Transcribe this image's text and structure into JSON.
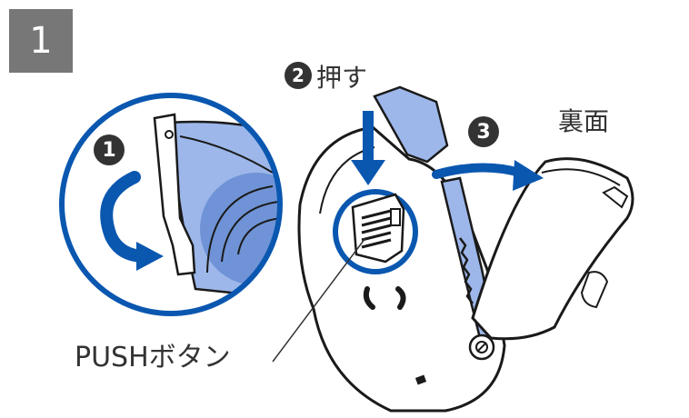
{
  "step": {
    "number": "1"
  },
  "callouts": {
    "step1": "1",
    "step2": "2",
    "step2_label": "押す",
    "step3": "3",
    "back_label": "裏面"
  },
  "push_button_label": "PUSHボタン",
  "colors": {
    "blue": "#0a57b0",
    "light_blue": "#9db7ea",
    "mid_blue": "#6f93d6",
    "badge_gray": "#777777",
    "outline": "#1a1a1a"
  }
}
